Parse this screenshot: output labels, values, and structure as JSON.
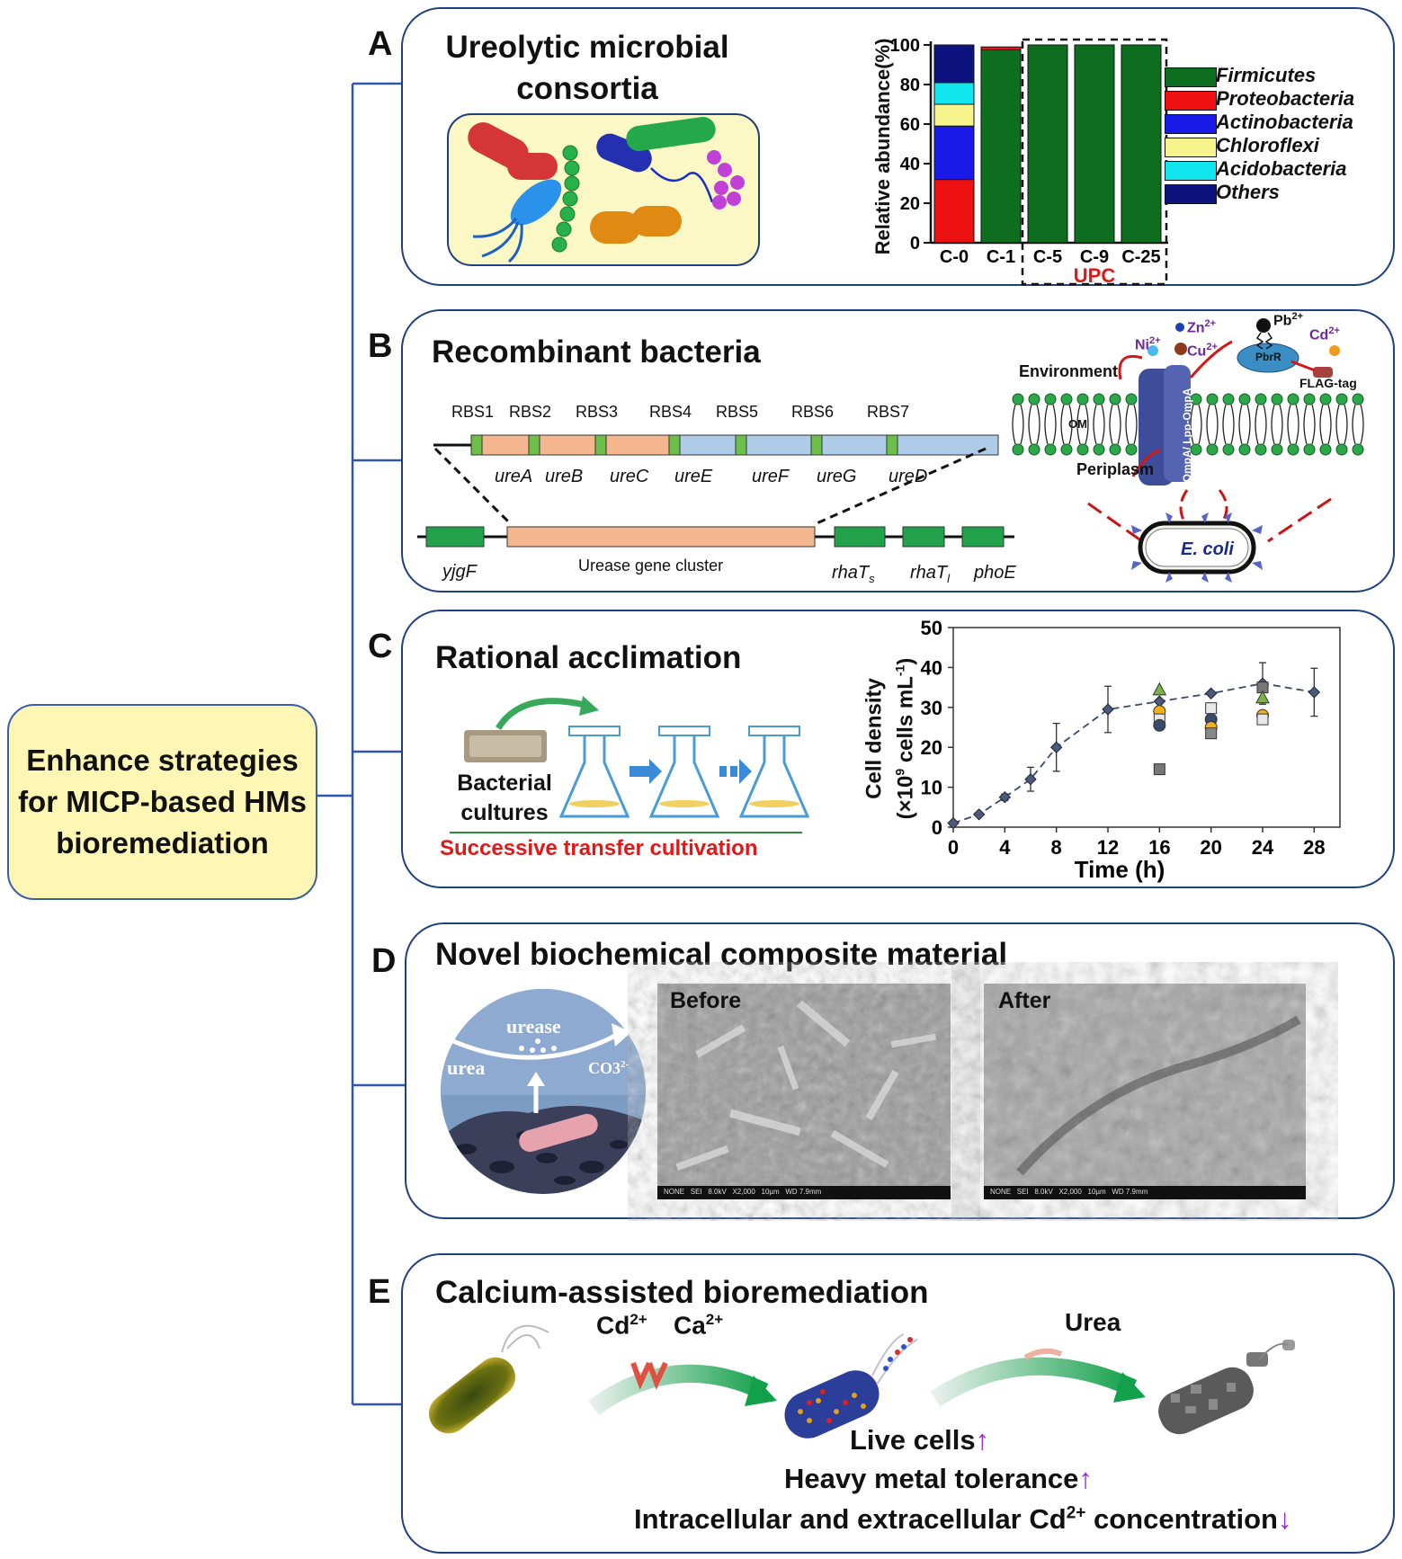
{
  "root": {
    "text": "Enhance strategies for MICP-based HMs bioremediation"
  },
  "panelA": {
    "letter": "A",
    "title": "Ureolytic microbial consortia",
    "legend": [
      {
        "name": "Firmicutes",
        "color": "#0c6e1e"
      },
      {
        "name": "Proteobacteria",
        "color": "#ee1111"
      },
      {
        "name": "Actinobacteria",
        "color": "#1a1ae8"
      },
      {
        "name": "Chloroflexi",
        "color": "#f6f48a"
      },
      {
        "name": "Acidobacteria",
        "color": "#11e6ee"
      },
      {
        "name": "Others",
        "color": "#0d137e"
      }
    ],
    "upc_label": "UPC"
  },
  "panelB": {
    "letter": "B",
    "title": "Recombinant bacteria",
    "rbs": [
      "RBS1",
      "RBS2",
      "RBS3",
      "RBS4",
      "RBS5",
      "RBS6",
      "RBS7"
    ],
    "genes": [
      "ureA",
      "ureB",
      "ureC",
      "ureE",
      "ureF",
      "ureG",
      "ureD"
    ],
    "cluster_label": "Urease gene cluster",
    "flank_left": "yjgF",
    "flank_right": [
      "rhaTs",
      "rhaTl",
      "phoE"
    ],
    "membrane": {
      "environment": "Environment",
      "periplasm": "Periplasm",
      "om": "OM",
      "protein": "OmpA/ Lpp-OmpA",
      "pbr": "PbrR",
      "flag": "FLAG-tag",
      "cell": "E. coli",
      "ions": [
        "Ni2+",
        "Zn2+",
        "Cu2+",
        "Pb2+",
        "Cd2+"
      ]
    }
  },
  "panelC": {
    "letter": "C",
    "title": "Rational acclimation",
    "cultures_label": "Bacterial cultures",
    "transfer_label": "Successive transfer cultivation"
  },
  "panelD": {
    "letter": "D",
    "title": "Novel biochemical composite material",
    "urease": "urease",
    "urea": "urea",
    "co3": "CO3",
    "before": "Before",
    "after": "After",
    "sem_scale": "NONE   SEI   8.0kV   X2,000   10µm   WD 7.9mm"
  },
  "panelE": {
    "letter": "E",
    "title": "Calcium-assisted bioremediation",
    "cd": "Cd",
    "ca": "Ca",
    "urea": "Urea",
    "outcomes": [
      {
        "text": "Live cells",
        "dir": "↑"
      },
      {
        "text": "Heavy metal tolerance",
        "dir": "↑"
      },
      {
        "text": "Intracellular and extracellular Cd",
        "sup": "2+",
        "tail": " concentration",
        "dir": "↓"
      }
    ]
  },
  "chart_data": [
    {
      "type": "bar",
      "stacked": true,
      "categories": [
        "C-0",
        "C-1",
        "C-5",
        "C-9",
        "C-25"
      ],
      "ylabel": "Relative abundance(%)",
      "ylim": [
        0,
        100
      ],
      "yticks": [
        0,
        20,
        40,
        60,
        80,
        100
      ],
      "series": [
        {
          "name": "Proteobacteria",
          "values": [
            32,
            0,
            0,
            0,
            0
          ]
        },
        {
          "name": "Actinobacteria",
          "values": [
            27,
            0,
            0,
            0,
            0
          ]
        },
        {
          "name": "Chloroflexi",
          "values": [
            11,
            0,
            0,
            0,
            0
          ]
        },
        {
          "name": "Acidobacteria",
          "values": [
            11,
            0,
            0,
            0,
            0
          ]
        },
        {
          "name": "Others",
          "values": [
            19,
            0,
            0,
            0,
            0
          ]
        },
        {
          "name": "Firmicutes",
          "values": [
            0,
            97.5,
            100,
            100,
            100
          ]
        },
        {
          "name": "Proteobacteria (top)",
          "values": [
            0,
            1.5,
            0,
            0,
            0
          ]
        }
      ]
    },
    {
      "type": "scatter",
      "xlabel": "Time (h)",
      "ylabel": "Cell density (×10⁹ cells mL⁻¹)",
      "xlim": [
        0,
        30
      ],
      "ylim": [
        0,
        50
      ],
      "xticks": [
        0,
        4,
        8,
        12,
        16,
        20,
        24,
        28
      ],
      "yticks": [
        0,
        10,
        20,
        30,
        40,
        50
      ],
      "line_series": {
        "x": [
          0,
          2,
          4,
          6,
          8,
          12,
          16,
          20,
          24,
          28
        ],
        "y": [
          1,
          3.2,
          7.5,
          12,
          20,
          29.5,
          31.5,
          33.5,
          36,
          33.8
        ],
        "err": [
          0,
          0,
          0.8,
          3,
          6,
          5.8,
          0,
          0,
          5.2,
          6
        ]
      },
      "markers": [
        {
          "x": 16,
          "y": 34.5,
          "shape": "triangle",
          "color": "#7cb342"
        },
        {
          "x": 16,
          "y": 29,
          "shape": "circle",
          "color": "#f2b01e"
        },
        {
          "x": 16,
          "y": 27,
          "shape": "square",
          "color": "#e8e8e8"
        },
        {
          "x": 16,
          "y": 25.5,
          "shape": "circle",
          "color": "#3a4a6a"
        },
        {
          "x": 16,
          "y": 14.5,
          "shape": "square",
          "color": "#777777"
        },
        {
          "x": 20,
          "y": 29.8,
          "shape": "square",
          "color": "#e8e8e8"
        },
        {
          "x": 20,
          "y": 27,
          "shape": "circle",
          "color": "#3a4a6a"
        },
        {
          "x": 20,
          "y": 25,
          "shape": "circle",
          "color": "#f2b01e"
        },
        {
          "x": 20,
          "y": 23.5,
          "shape": "square",
          "color": "#888888"
        },
        {
          "x": 24,
          "y": 35,
          "shape": "square",
          "color": "#777777"
        },
        {
          "x": 24,
          "y": 32.5,
          "shape": "triangle",
          "color": "#7cb342"
        },
        {
          "x": 24,
          "y": 28,
          "shape": "circle",
          "color": "#f2b01e"
        },
        {
          "x": 24,
          "y": 27,
          "shape": "square",
          "color": "#e8e8e8"
        }
      ]
    }
  ]
}
